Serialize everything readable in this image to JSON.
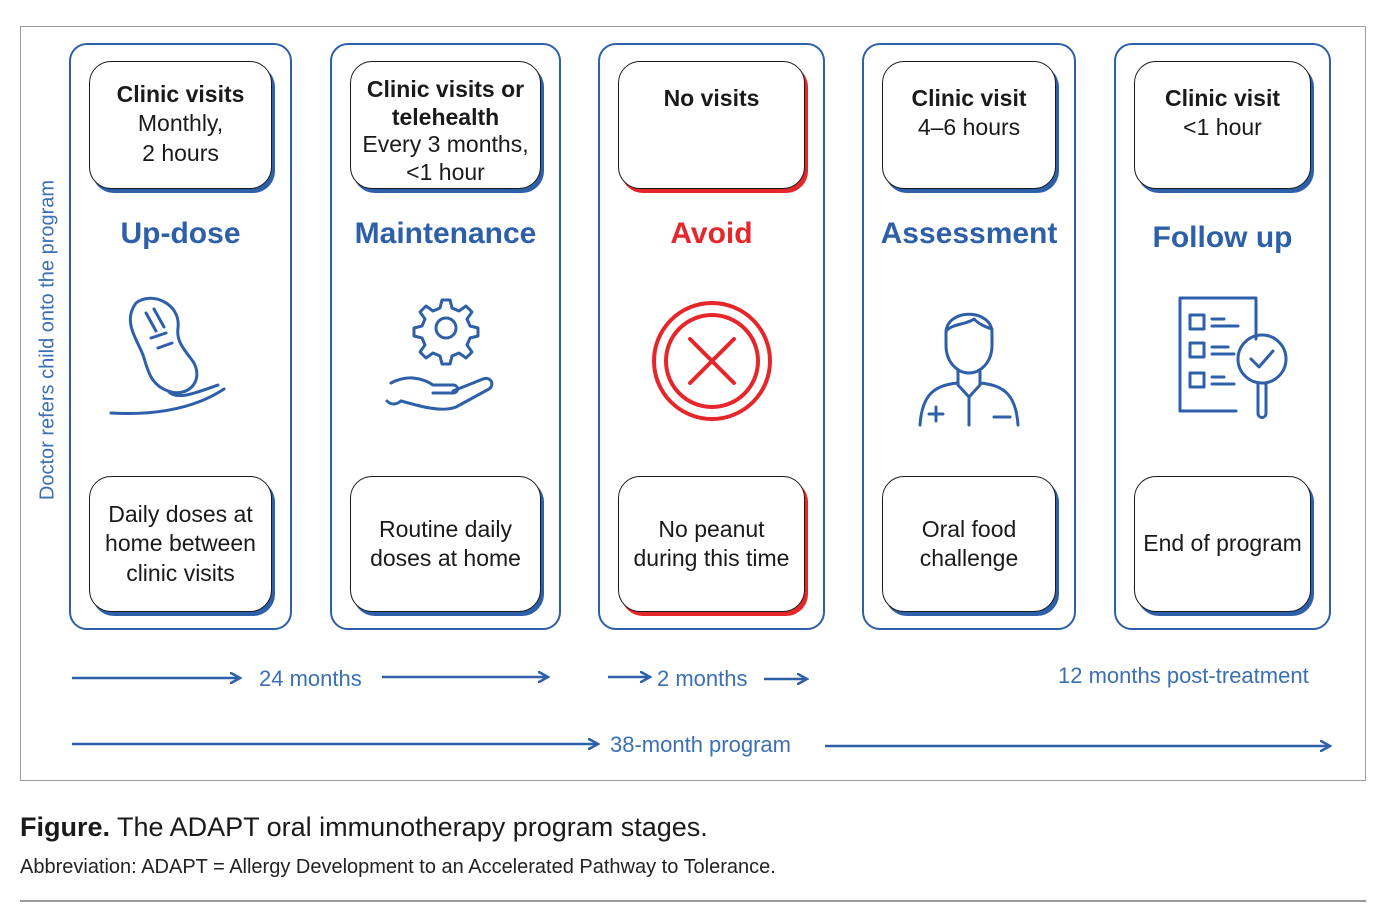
{
  "side_label": "Doctor refers child onto the program",
  "stages": [
    {
      "title": "Up-dose",
      "top_bold": "Clinic visits",
      "top_lines": [
        "Monthly,",
        "2 hours"
      ],
      "bottom": "Daily doses at home between clinic visits",
      "icon": "peanut-hand-icon"
    },
    {
      "title": "Maintenance",
      "top_bold": "Clinic visits or telehealth",
      "top_lines": [
        "Every 3 months,",
        "<1 hour"
      ],
      "bottom": "Routine daily doses at home",
      "icon": "gear-hand-icon"
    },
    {
      "title": "Avoid",
      "top_bold": "No visits",
      "top_lines": [],
      "bottom": "No peanut during this time",
      "icon": "cross-circle-icon"
    },
    {
      "title": "Assessment",
      "top_bold": "Clinic visit",
      "top_lines": [
        "4–6 hours"
      ],
      "bottom": "Oral food challenge",
      "icon": "doctor-icon"
    },
    {
      "title": "Follow up",
      "top_bold": "Clinic visit",
      "top_lines": [
        "<1 hour"
      ],
      "bottom": "End of program",
      "icon": "checklist-magnifier-icon"
    }
  ],
  "timeline": {
    "label_24": "24 months",
    "label_2": "2 months",
    "label_12": "12 months post-treatment",
    "label_38": "38-month program"
  },
  "caption": {
    "title_bold": "Figure.",
    "title_rest": " The ADAPT oral immunotherapy program stages.",
    "abbreviation": "Abbreviation: ADAPT = Allergy Development to an Accelerated Pathway to Tolerance."
  },
  "colors": {
    "blue": "#2e5fa9",
    "red": "#e5262a",
    "label_blue": "#3b6fb6"
  }
}
